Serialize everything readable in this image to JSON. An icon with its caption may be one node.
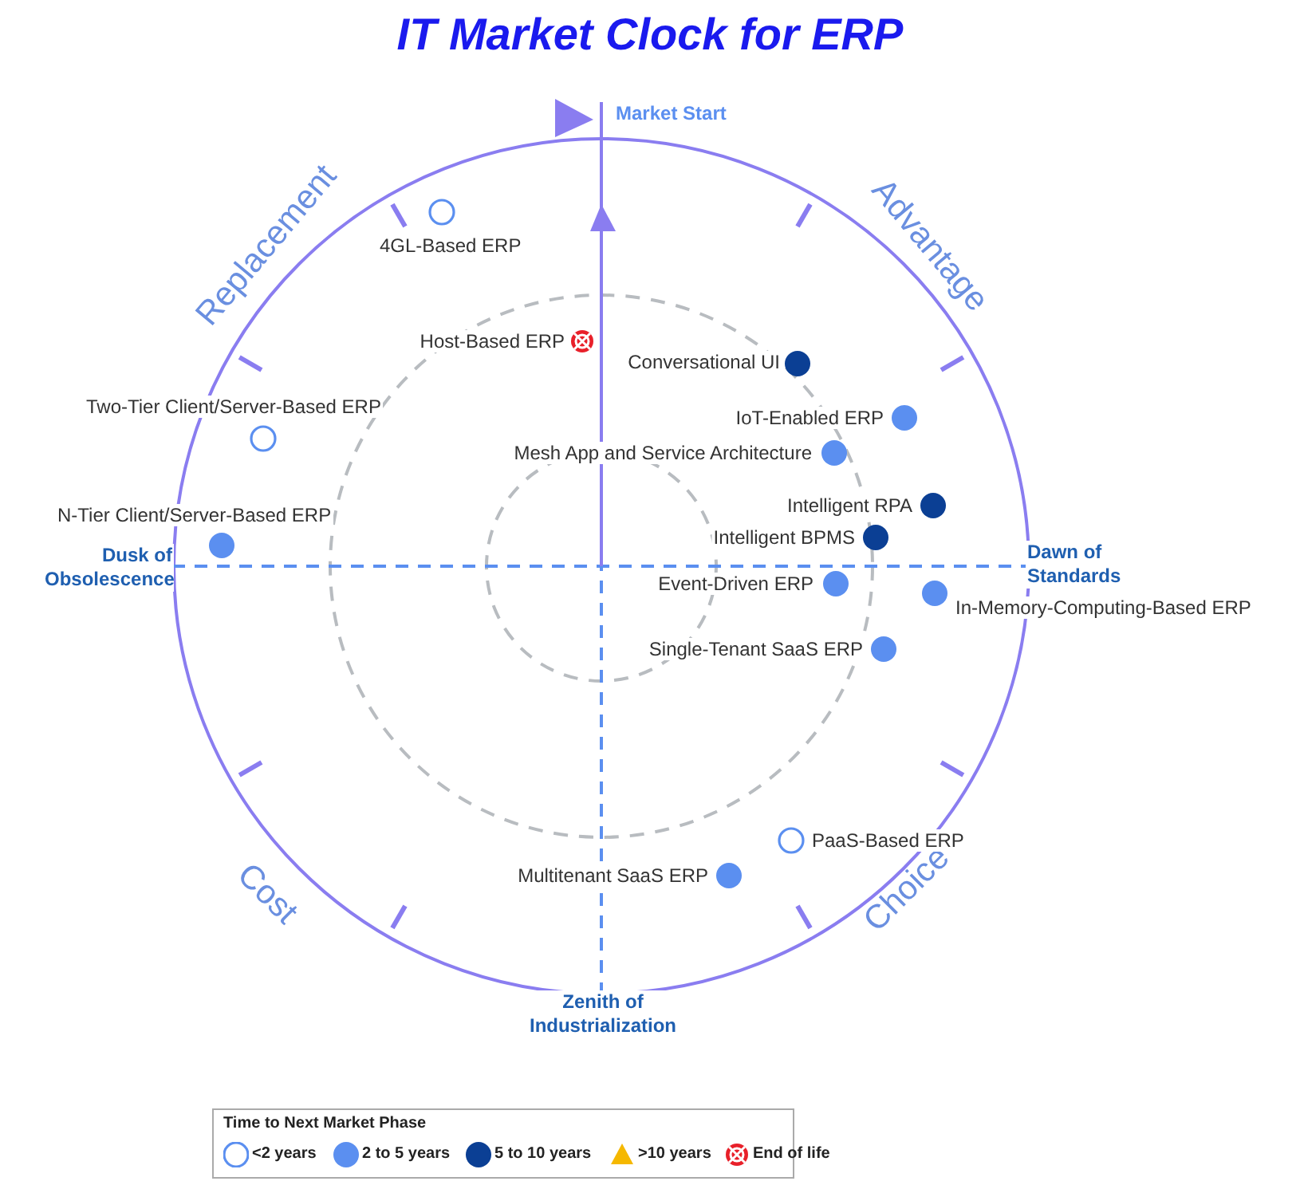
{
  "diagram": {
    "title": "IT Market Clock for ERP",
    "labels": [
      "Market Start",
      "Replacement",
      "Advantage",
      "4GL-Based ERP",
      "Host-Based ERP",
      "Conversational UI",
      "Two-Tier Client/Server-Based ERP",
      "IoT-Enabled ERP",
      "Mesh App and Service Architecture",
      "N-Tier Client/Server-Based ERP",
      "Intelligent RPA",
      "Intelligent BPMS",
      "Dusk of Obsolescence",
      "Dawn of Standards",
      "Event-Driven ERP",
      "In-Memory-Computing-Based ERP",
      "Single-Tenant SaaS ERP",
      "PaaS-Based ERP",
      "Multitenant SaaS ERP",
      "Cost",
      "Choice",
      "Zenith of Industrialization",
      "Time to Next Market Phase"
    ],
    "legend": [
      {
        "text": "<2 years"
      },
      {
        "text": "2 to 5 years",
        "color": "#5b8ff0"
      },
      {
        "text": "5 to 10 years",
        "color": "#0b3f94"
      },
      {
        "text": ">10 years",
        "color": "#f5b800"
      },
      {
        "text": "End of life"
      }
    ]
  }
}
